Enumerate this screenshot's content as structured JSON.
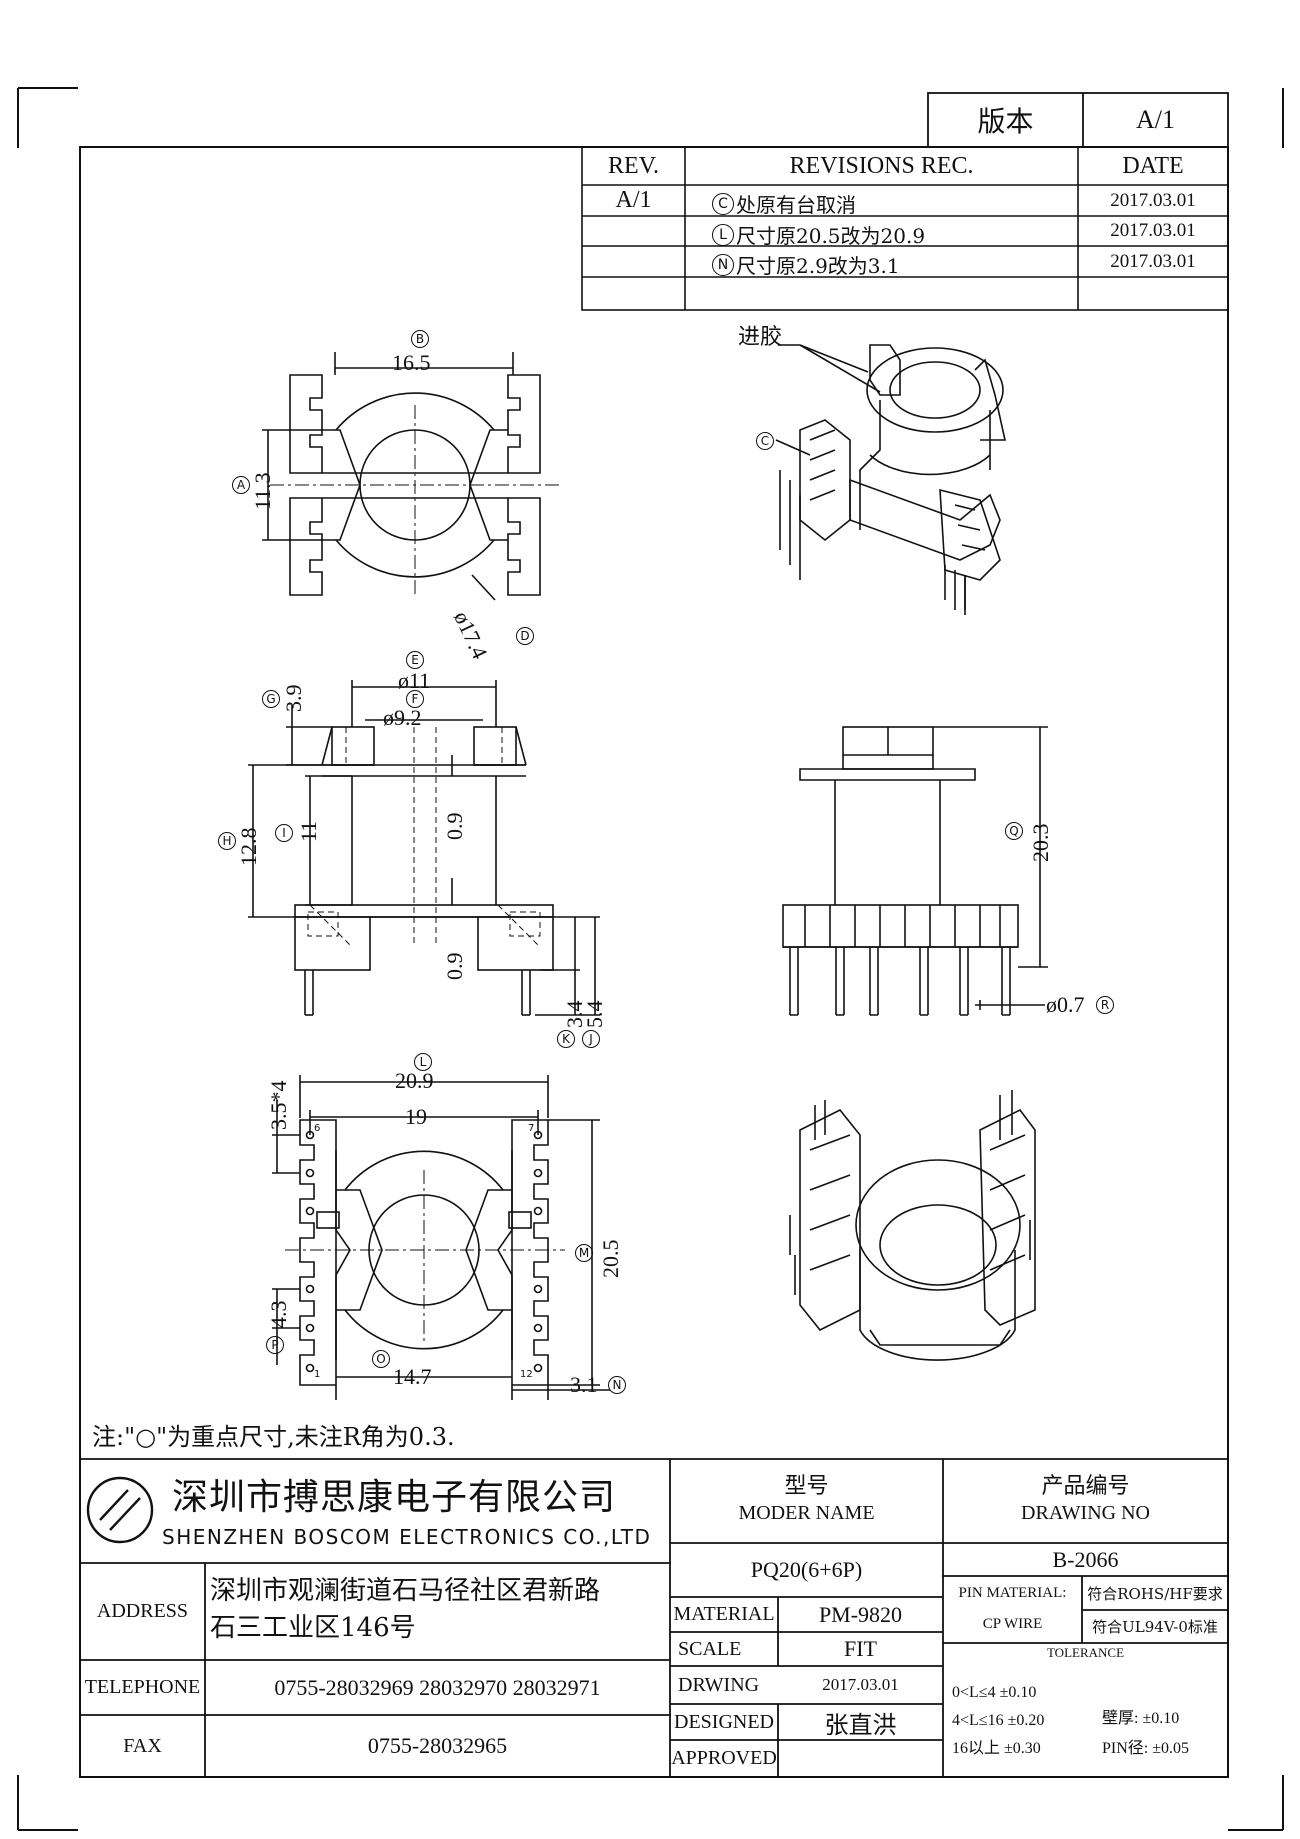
{
  "version_box": {
    "label": "版本",
    "value": "A/1"
  },
  "revisions": {
    "headers": {
      "rev": "REV.",
      "rec": "REVISIONS REC.",
      "date": "DATE"
    },
    "rev_value": "A/1",
    "rows": [
      {
        "mark": "C",
        "text": "处原有台取消",
        "date": "2017.03.01"
      },
      {
        "mark": "L",
        "text": "尺寸原20.5改为20.9",
        "date": "2017.03.01"
      },
      {
        "mark": "N",
        "text": "尺寸原2.9改为3.1",
        "date": "2017.03.01"
      }
    ]
  },
  "drawing": {
    "top_view": {
      "dim_b": "16.5",
      "dim_a": "11.3",
      "dim_d": "ø17.4",
      "mark_b": "B",
      "mark_a": "A",
      "mark_d": "D"
    },
    "iso_top": {
      "gate_label": "进胶",
      "mark_c": "C"
    },
    "side_view": {
      "dim_e": "ø11",
      "dim_f": "ø9.2",
      "dim_g": "3.9",
      "dim_h": "12.8",
      "dim_i": "11",
      "wall_top": "0.9",
      "wall_bottom": "0.9",
      "dim_k": "3.4",
      "dim_j": "5.4",
      "mark_e": "E",
      "mark_f": "F",
      "mark_g": "G",
      "mark_h": "H",
      "mark_i": "I",
      "mark_k": "K",
      "mark_j": "J"
    },
    "front_view": {
      "dim_q": "20.3",
      "dim_r": "ø0.7",
      "mark_q": "Q",
      "mark_r": "R"
    },
    "bottom_view": {
      "dim_l": "20.9",
      "dim_19": "19",
      "dim_pitch": "3.5*4",
      "dim_m": "20.5",
      "dim_p": "4.3",
      "dim_o": "14.7",
      "dim_n": "3.1",
      "pin_6": "6",
      "pin_7": "7",
      "pin_1": "1",
      "pin_12": "12",
      "mark_l": "L",
      "mark_m": "M",
      "mark_p": "P",
      "mark_o": "O",
      "mark_n": "N"
    }
  },
  "note": "注:\"○\"为重点尺寸,未注R角为0.3.",
  "title_block": {
    "company_cn": "深圳市搏思康电子有限公司",
    "company_en": "SHENZHEN BOSCOM ELECTRONICS CO.,LTD",
    "model_label_cn": "型号",
    "model_label_en": "MODER NAME",
    "model_value": "PQ20(6+6P)",
    "drawing_no_label_cn": "产品编号",
    "drawing_no_label_en": "DRAWING NO",
    "drawing_no_value": "B-2066",
    "address_label": "ADDRESS",
    "address_line1": "深圳市观澜街道石马径社区君新路",
    "address_line2": "石三工业区146号",
    "telephone_label": "TELEPHONE",
    "telephone_value": "0755-28032969 28032970 28032971",
    "fax_label": "FAX",
    "fax_value": "0755-28032965",
    "material_label": "MATERIAL",
    "material_value": "PM-9820",
    "scale_label": "SCALE",
    "scale_value": "FIT",
    "drwing_label": "DRWING",
    "drwing_value": "2017.03.01",
    "designed_label": "DESIGNED",
    "designed_value": "张直洪",
    "approved_label": "APPROVED",
    "approved_value": "",
    "pin_material_label": "PIN MATERIAL:",
    "pin_material_value": "CP WIRE",
    "rohs": "符合ROHS/HF要求",
    "ul": "符合UL94V-0标准",
    "tolerance_label": "TOLERANCE",
    "tol_1": "0<L≤4  ±0.10",
    "tol_2": "4<L≤16  ±0.20",
    "tol_3": "16以上      ±0.30",
    "wall_tol": "壁厚:   ±0.10",
    "pin_tol": "PIN径: ±0.05"
  }
}
